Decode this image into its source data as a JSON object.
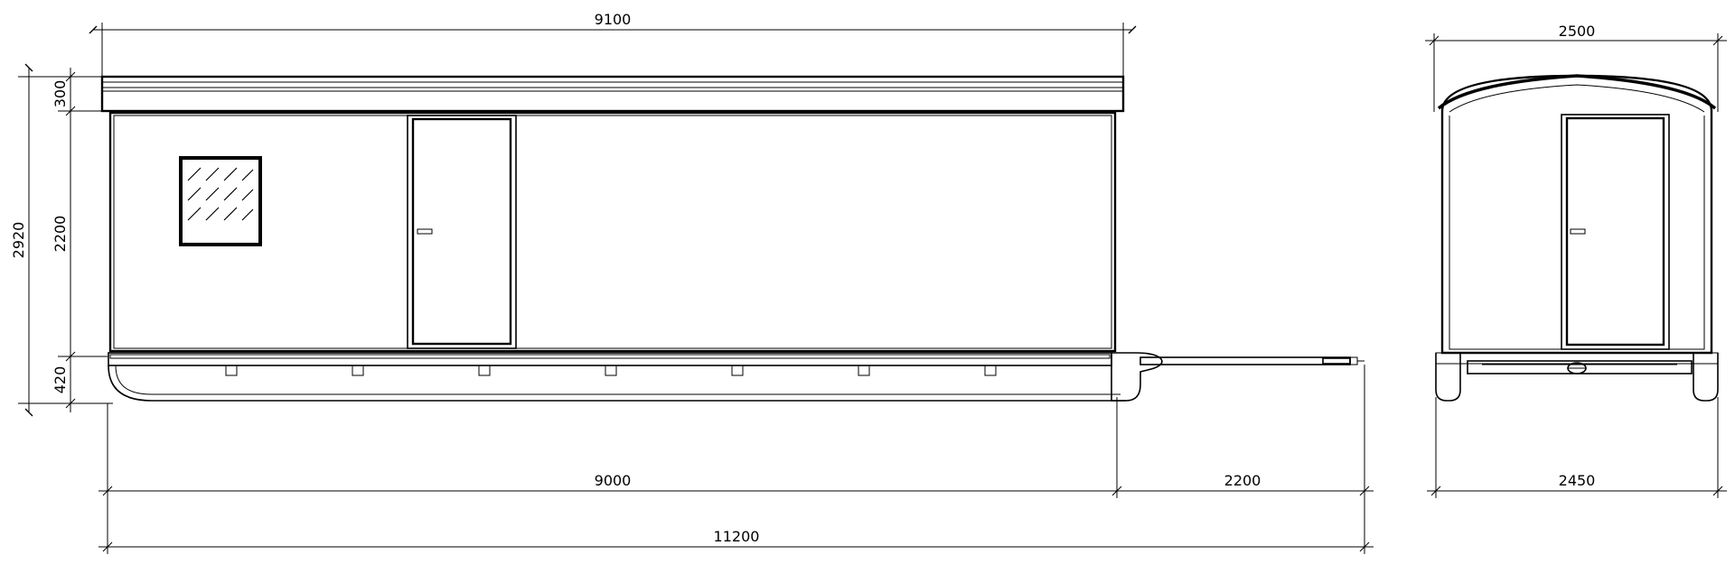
{
  "drawing": {
    "side_view": {
      "top_width_label": "9100",
      "height_labels": {
        "roof": "300",
        "wall": "2200",
        "base": "420",
        "total": "2920"
      },
      "bottom_labels": {
        "body": "9000",
        "drawbar": "2200",
        "total": "11200"
      }
    },
    "end_view": {
      "top_width_label": "2500",
      "bottom_width_label": "2450"
    },
    "line_color": "#000000",
    "background": "#ffffff"
  }
}
